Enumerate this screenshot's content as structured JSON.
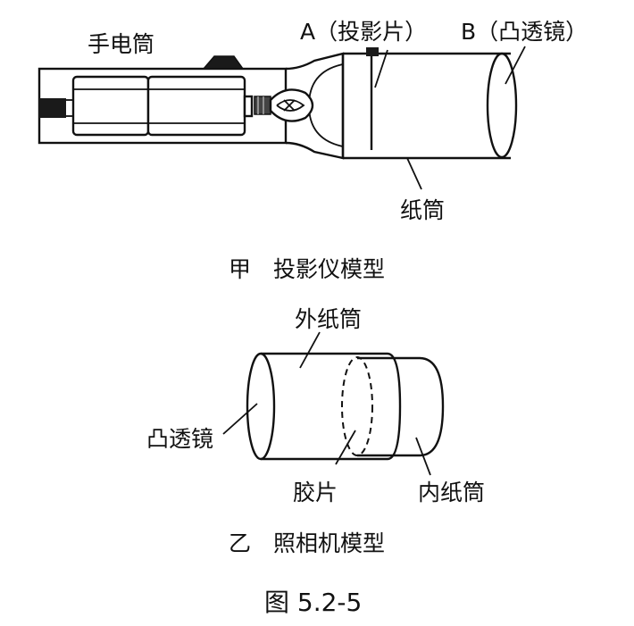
{
  "figure_a": {
    "label_flashlight": "手电筒",
    "label_slide": "A（投影片）",
    "label_lens": "B（凸透镜）",
    "label_tube": "纸筒",
    "caption": "甲　投影仪模型"
  },
  "figure_b": {
    "label_outer_tube": "外纸筒",
    "label_lens": "凸透镜",
    "label_film": "胶片",
    "label_inner_tube": "内纸筒",
    "caption": "乙　照相机模型"
  },
  "figure_number": "图 5.2-5"
}
